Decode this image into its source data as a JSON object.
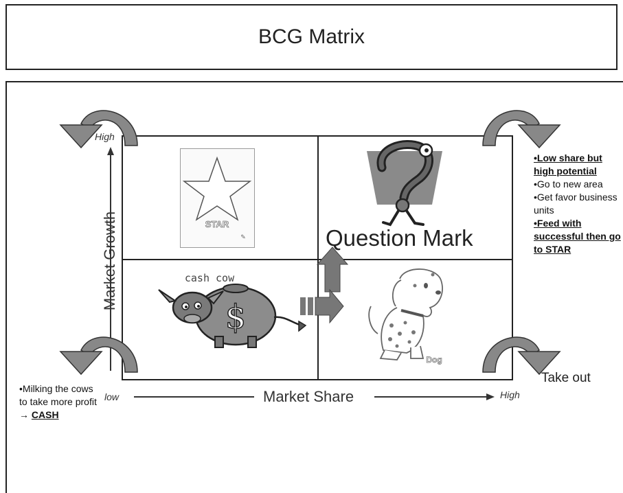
{
  "title": "BCG Matrix",
  "axes": {
    "y_label": "Market Growth",
    "x_label": "Market Share",
    "y_high": "High",
    "x_low": "low",
    "x_high": "High"
  },
  "quadrants": {
    "star": {
      "image_text": "STAR"
    },
    "question_mark": {
      "label": "Question Mark"
    },
    "cash_cow": {
      "image_text": "cash cow"
    },
    "dog": {
      "image_text": "Dog"
    }
  },
  "notes": {
    "right": [
      {
        "text": "•Low share but high potential",
        "bold": true
      },
      {
        "text": "•Go to new area",
        "bold": false
      },
      {
        "text": "•Get favor business units",
        "bold": false
      },
      {
        "text": "•Feed with successful then go to STAR",
        "bold": true
      }
    ],
    "left": {
      "line1": "•Milking the cows to take more profit",
      "arrow": "→",
      "cash": "CASH"
    },
    "take_out": "Take out"
  },
  "icons": [
    "curved-arrow-icon",
    "star-icon",
    "question-mark-icon",
    "cow-icon",
    "dog-icon",
    "block-arrow-icon"
  ]
}
